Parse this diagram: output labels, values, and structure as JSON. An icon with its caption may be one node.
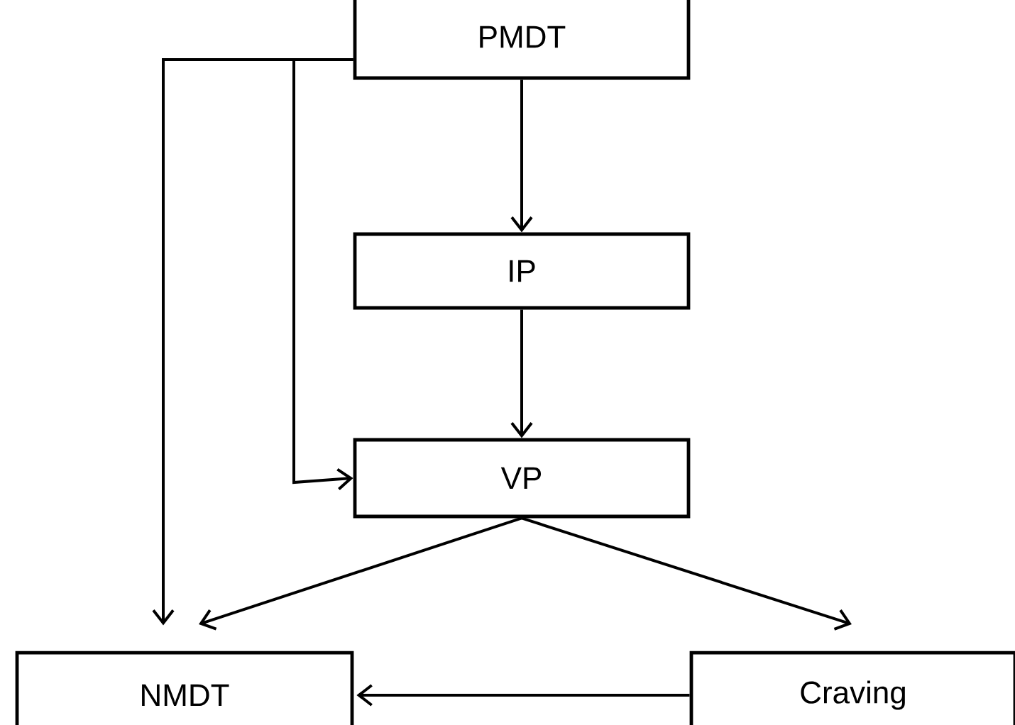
{
  "diagram": {
    "nodes": [
      {
        "text": [
          "PMDT"
        ]
      },
      {
        "text": [
          "IP"
        ]
      },
      {
        "text": [
          "VP"
        ]
      },
      {
        "text": [
          "NMDT"
        ]
      },
      {
        "text": [
          "Craving"
        ]
      }
    ],
    "edges": [
      {
        "from": 0,
        "to": 1,
        "arrow": "to"
      },
      {
        "from": 1,
        "to": 2,
        "arrow": "to"
      },
      {
        "from": 0,
        "to": 2,
        "arrow": "to"
      },
      {
        "from": 0,
        "to": 3,
        "arrow": "to"
      },
      {
        "from": 2,
        "to": 3,
        "arrow": "to"
      },
      {
        "from": 2,
        "to": 4,
        "arrow": "to"
      },
      {
        "from": 4,
        "to": 3,
        "arrow": "to"
      }
    ]
  }
}
